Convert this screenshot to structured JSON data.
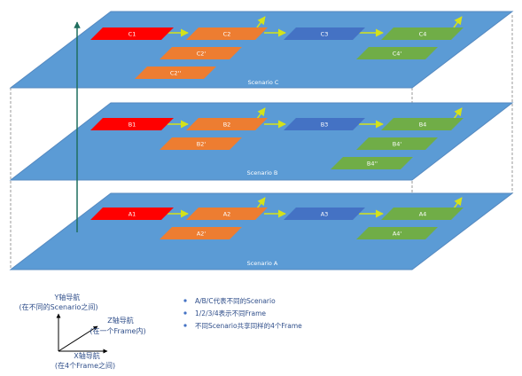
{
  "colors": {
    "plane": "#5b9bd5",
    "plane_edge": "#5589c0",
    "red": "#ff0000",
    "orange": "#ed7d31",
    "blue": "#4472c4",
    "green": "#70ad47",
    "connector": "#d4e21a",
    "arrow_dark": "#1f6e5e",
    "text_blue": "#2f4e8a"
  },
  "scenarios": {
    "c": {
      "label": "Scenario C",
      "nodes": {
        "c1": "C1",
        "c2": "C2",
        "c3": "C3",
        "c4": "C4",
        "c2p": "C2'",
        "c2pp": "C2''",
        "c4p": "C4'"
      }
    },
    "b": {
      "label": "Scenario B",
      "nodes": {
        "b1": "B1",
        "b2": "B2",
        "b3": "B3",
        "b4": "B4",
        "b2p": "B2'",
        "b4p": "B4'",
        "b4pp": "B4''"
      }
    },
    "a": {
      "label": "Scenario A",
      "nodes": {
        "a1": "A1",
        "a2": "A2",
        "a3": "A3",
        "a4": "A4",
        "a2p": "A2'",
        "a4p": "A4'"
      }
    }
  },
  "axes": {
    "y_title": "Y轴导航",
    "y_desc": "(在不同的Scenario之间)",
    "z_title": "Z轴导航",
    "z_desc": "(在一个Frame内)",
    "x_title": "X轴导航",
    "x_desc": "(在4个Frame之间)"
  },
  "legend": [
    "A/B/C代表不同的Scenario",
    "1/2/3/4表示不同Frame",
    "不同Scenario共享同样的4个Frame"
  ]
}
